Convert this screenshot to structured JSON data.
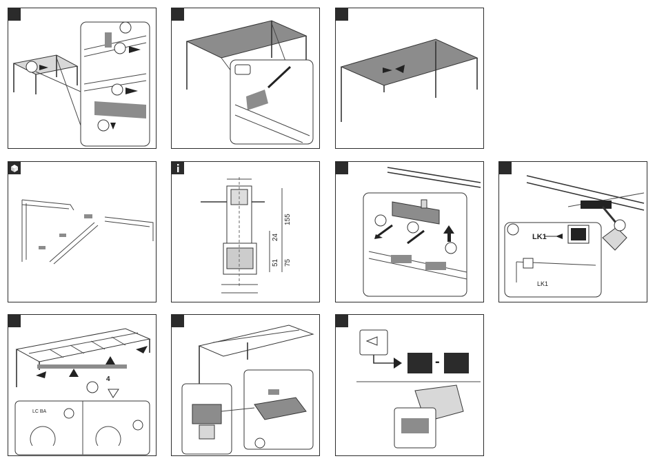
{
  "panel_e": {
    "dims": {
      "d155": "155",
      "d24": "24",
      "d51": "51",
      "d75": "75"
    }
  },
  "panel_h": {
    "label_lk1_a": "LK1",
    "label_lk1_b": "LK1"
  },
  "panel_i": {
    "label_4": "4",
    "callout_text": "LC BA"
  },
  "panel_k": {
    "dash": "-"
  },
  "colors": {
    "tab": "#2b2b2b",
    "border": "#2a2a2a",
    "canopy": "#8c8c8c"
  },
  "icons": [
    "info-icon",
    "box-icon",
    "screwdriver-icon",
    "book-icon",
    "key-icon",
    "eye-sensor-icon"
  ]
}
